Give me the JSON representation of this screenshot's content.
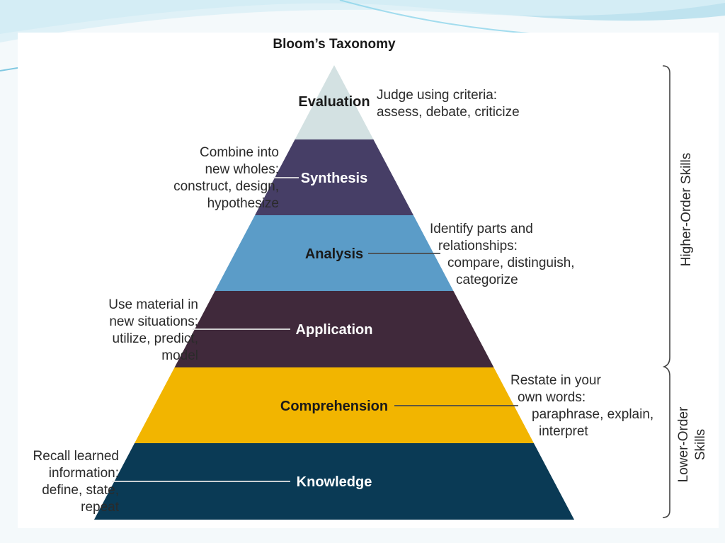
{
  "title": "Bloom’s Taxonomy",
  "colors": {
    "background": "#ffffff",
    "connector": "#4a4a4a",
    "bracket": "#444444"
  },
  "levels": [
    {
      "label": "Evaluation",
      "fill": "#d3e1e2",
      "text_color": "#1a1a1a",
      "desc": [
        "Judge using criteria:",
        "assess, debate, criticize"
      ]
    },
    {
      "label": "Synthesis",
      "fill": "#463e66",
      "text_color": "#ffffff",
      "desc": [
        "Combine into",
        "new wholes:",
        "construct, design,",
        "hypothesize"
      ]
    },
    {
      "label": "Analysis",
      "fill": "#5b9cc8",
      "text_color": "#1a1a1a",
      "desc": [
        "Identify parts and",
        "relationships:",
        "compare, distinguish,",
        "categorize"
      ]
    },
    {
      "label": "Application",
      "fill": "#40293b",
      "text_color": "#ffffff",
      "desc": [
        "Use material in",
        "new situations:",
        "utilize, predict,",
        "model"
      ]
    },
    {
      "label": "Comprehension",
      "fill": "#f2b500",
      "text_color": "#1a1a1a",
      "desc": [
        "Restate in your",
        "own words:",
        "paraphrase, explain,",
        "interpret"
      ]
    },
    {
      "label": "Knowledge",
      "fill": "#0a3a55",
      "text_color": "#ffffff",
      "desc": [
        "Recall learned",
        "information:",
        "define, state,",
        "repeat"
      ]
    }
  ],
  "brackets": {
    "higher": {
      "lines": [
        "Higher-Order Skills"
      ]
    },
    "lower": {
      "lines": [
        "Lower-Order",
        "Skills"
      ]
    }
  }
}
